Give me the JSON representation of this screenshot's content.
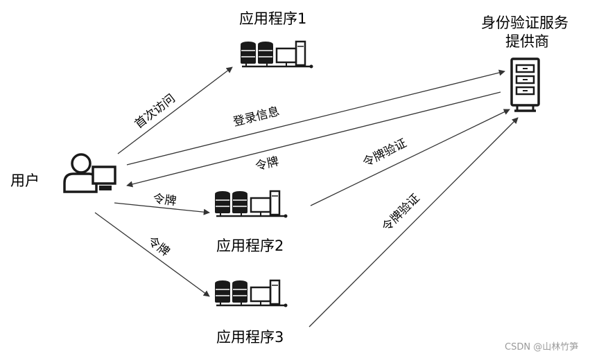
{
  "nodes": {
    "user": {
      "label": "用户"
    },
    "app1": {
      "label": "应用程序1"
    },
    "app2": {
      "label": "应用程序2"
    },
    "app3": {
      "label": "应用程序3"
    },
    "auth": {
      "label_line1": "身份验证服务",
      "label_line2": "提供商"
    }
  },
  "edges": {
    "first_visit": "首次访问",
    "login_info": "登录信息",
    "token_return": "令牌",
    "token_app2": "令牌",
    "token_app3": "令牌",
    "verify_app2": "令牌验证",
    "verify_app3": "令牌验证"
  },
  "watermark": "CSDN @山林竹笋",
  "colors": {
    "ink": "#1a1a1a",
    "line": "#333333"
  }
}
